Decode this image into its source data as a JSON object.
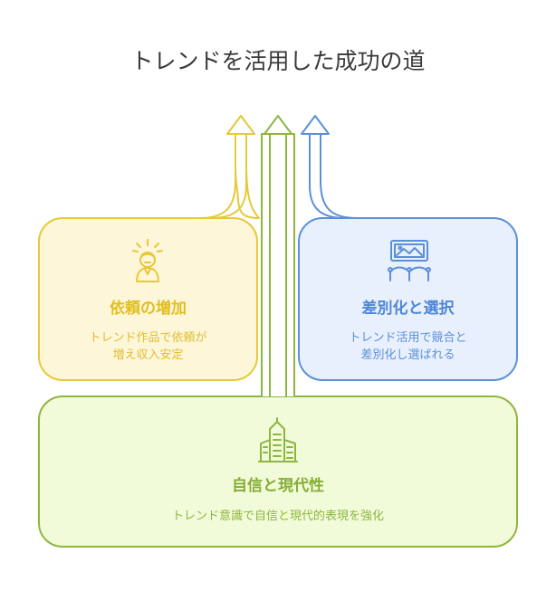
{
  "title": "トレンドを活用した成功の道",
  "cards": {
    "left": {
      "title": "依頼の増加",
      "desc_line1": "トレンド作品で依頼が",
      "desc_line2": "増え収入安定",
      "icon": "stressed-person-icon",
      "color": "#e7c937"
    },
    "right": {
      "title": "差別化と選択",
      "desc_line1": "トレンド活用で競合と",
      "desc_line2": "差別化し選ばれる",
      "icon": "gallery-display-icon",
      "color": "#5b8fd9"
    },
    "bottom": {
      "title": "自信と現代性",
      "desc": "トレンド意識で自信と現代的表現を強化",
      "icon": "city-buildings-icon",
      "color": "#8db63f"
    }
  }
}
